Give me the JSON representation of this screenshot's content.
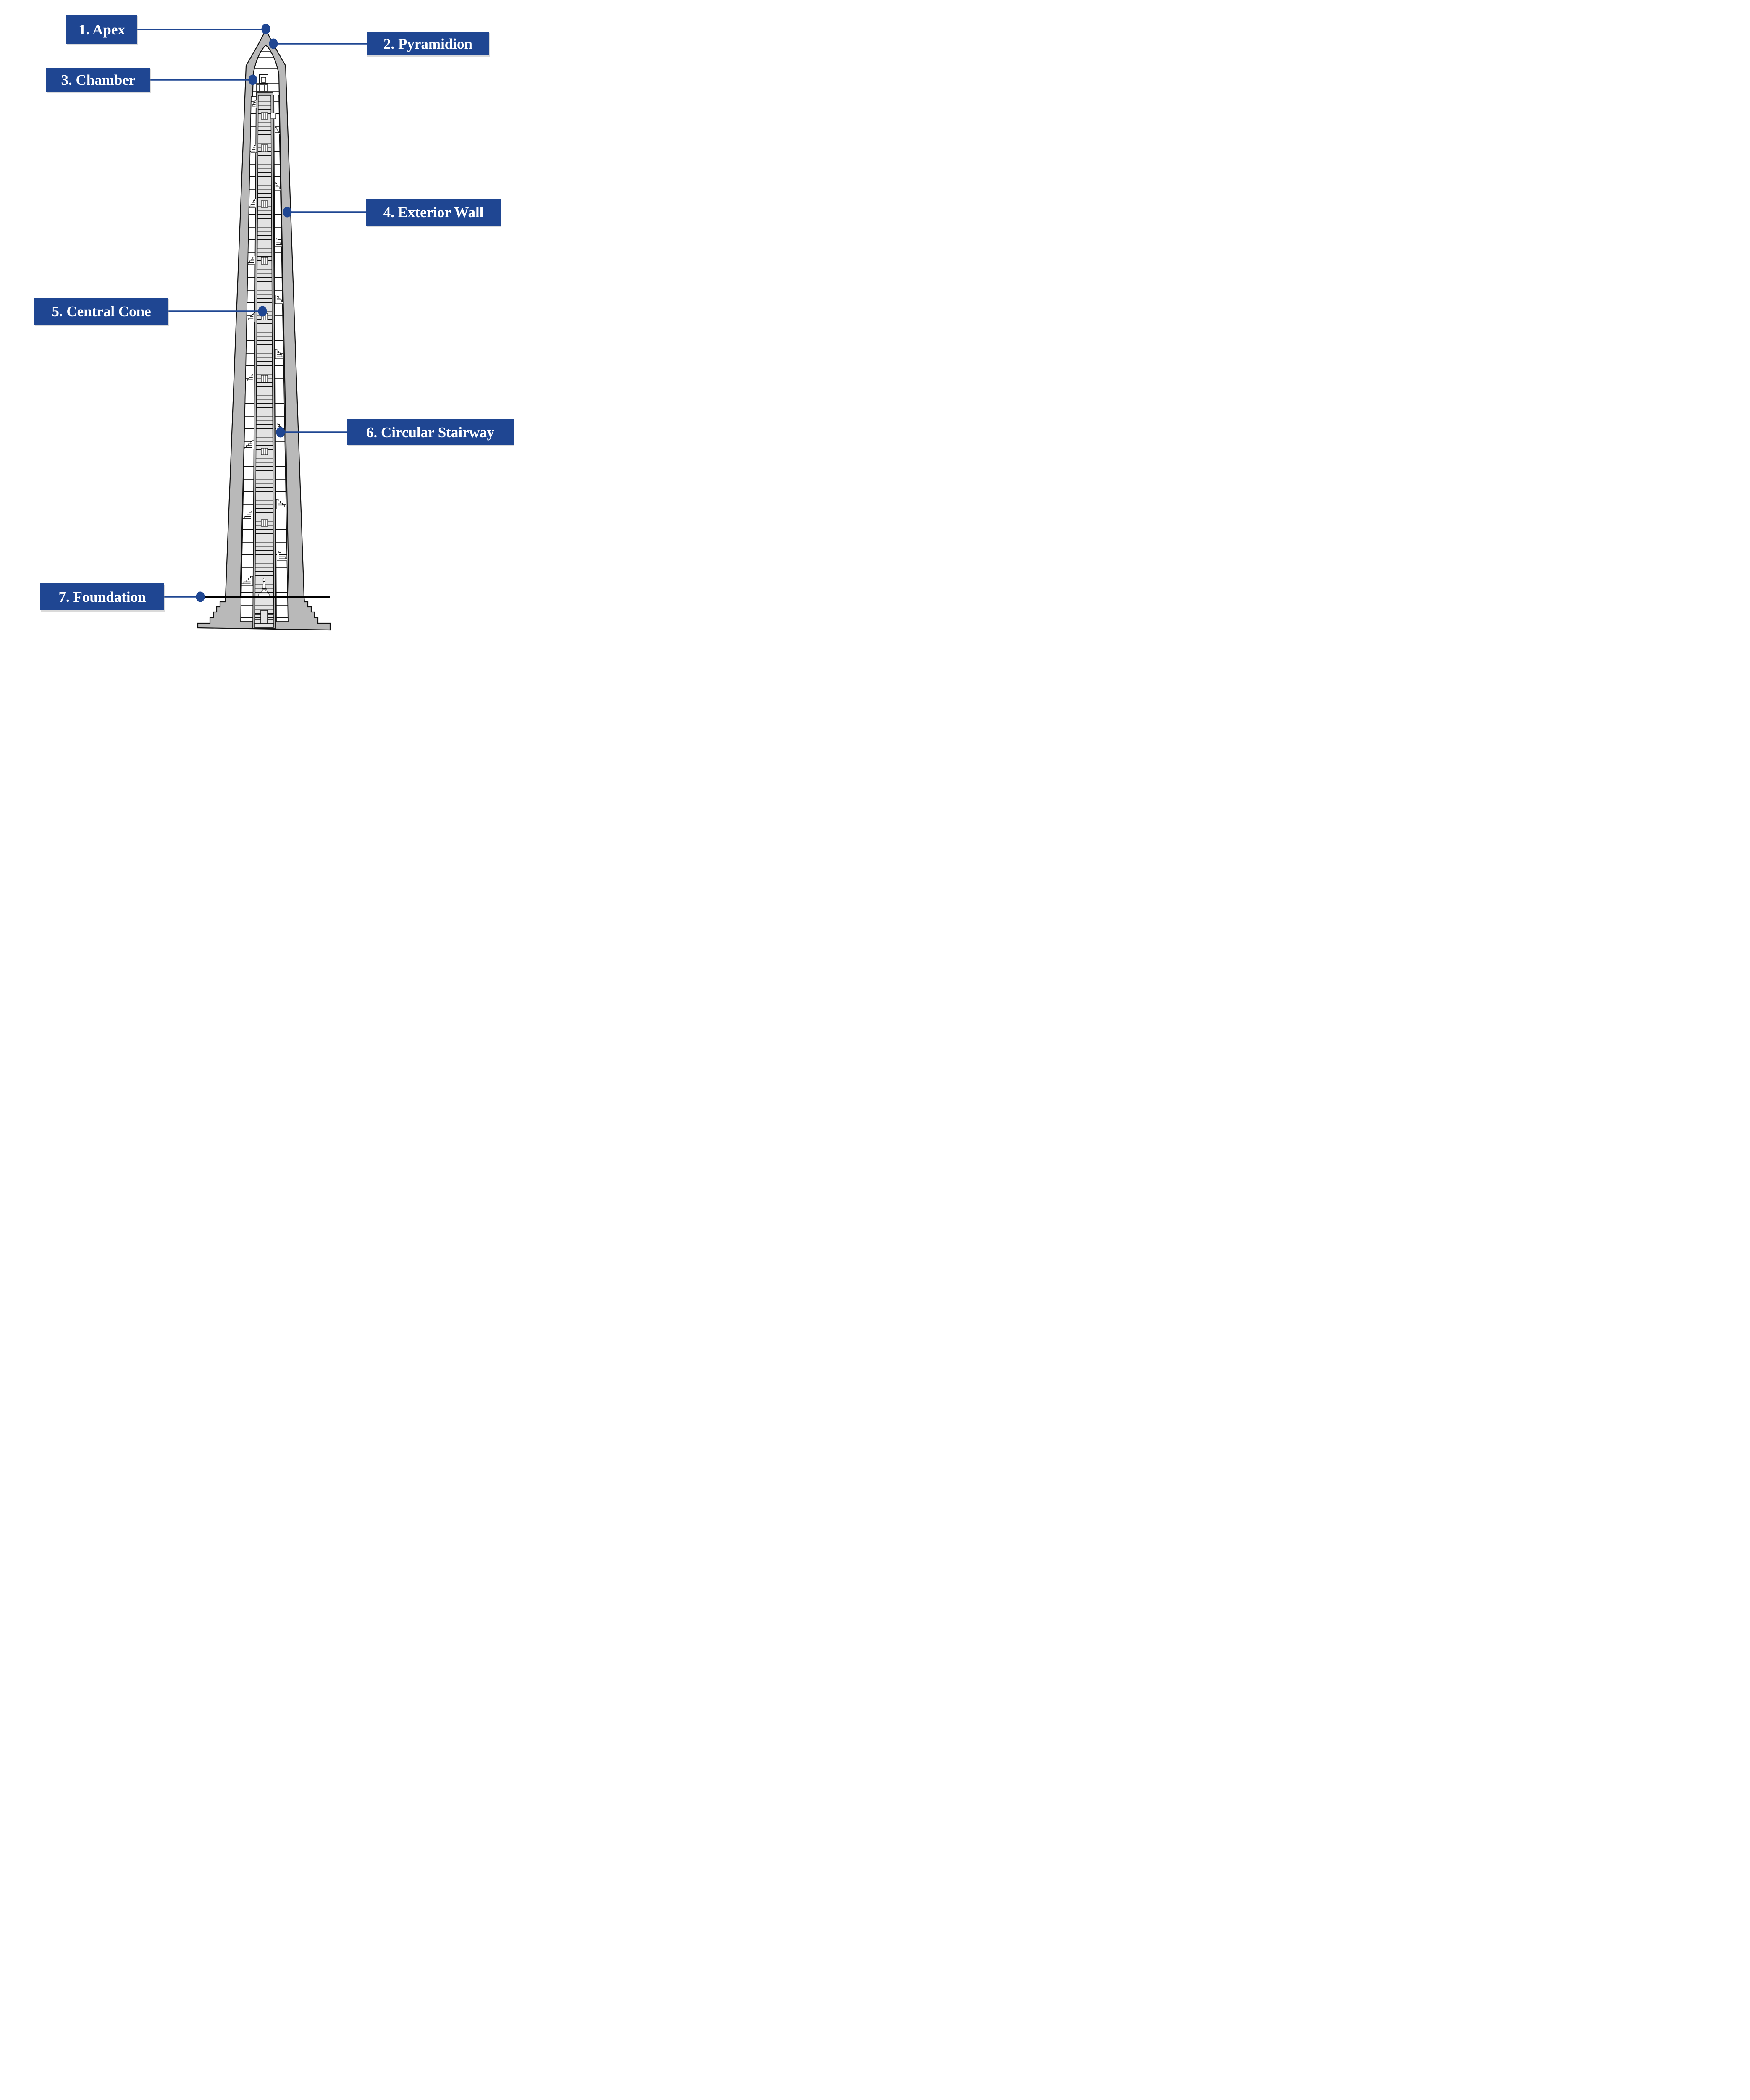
{
  "figure_type": "architectural-cross-section-diagram",
  "subject": "obelisk monument cutaway with numbered part callouts",
  "colors": {
    "label_background": "#1F4692",
    "label_text": "#FFFFFF",
    "connector_line": "#1F4692",
    "connector_dot": "#1F4692",
    "wall_gray": "#B9B9B9",
    "cone_light_gray": "#E3E3E3",
    "outline_black": "#111111",
    "ground_line": "#000000",
    "page_background": "#FFFFFF"
  },
  "labels": [
    {
      "id": "apex",
      "text": "1. Apex"
    },
    {
      "id": "pyramidion",
      "text": "2. Pyramidion"
    },
    {
      "id": "chamber",
      "text": "3. Chamber"
    },
    {
      "id": "exterior-wall",
      "text": "4. Exterior Wall"
    },
    {
      "id": "central-cone",
      "text": "5. Central Cone"
    },
    {
      "id": "circular-stairway",
      "text": "6. Circular Stairway"
    },
    {
      "id": "foundation",
      "text": "7. Foundation"
    }
  ],
  "monument_parts": [
    "apex-tip",
    "pyramidion-cap",
    "observation-chamber-with-window",
    "vent-grille",
    "tapered-exterior-wall",
    "central-cone-with-rungs",
    "cone-door-openings",
    "spiral-stair-landing-blocks",
    "stair-step-glyphs",
    "lamp-obelisk-ornament",
    "ground-line",
    "stepped-foundation",
    "basement-entrance"
  ]
}
